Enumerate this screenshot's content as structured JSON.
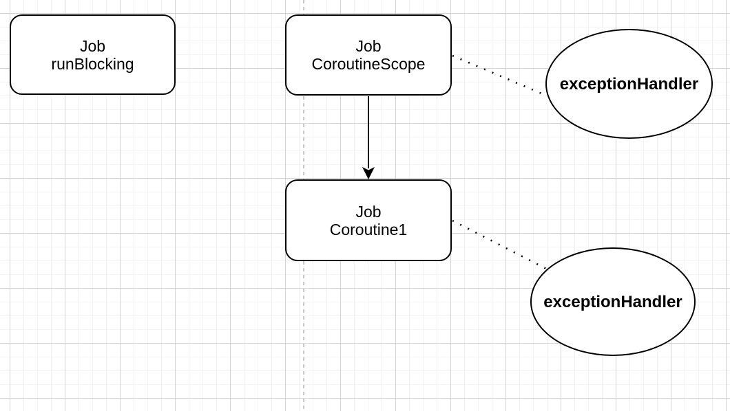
{
  "diagram": {
    "nodes": {
      "run_blocking": {
        "shape": "rounded-rectangle",
        "line1": "Job",
        "line2": "runBlocking"
      },
      "coroutine_scope": {
        "shape": "rounded-rectangle",
        "line1": "Job",
        "line2": "CoroutineScope"
      },
      "coroutine1": {
        "shape": "rounded-rectangle",
        "line1": "Job",
        "line2": "Coroutine1"
      },
      "exception_handler_top": {
        "shape": "ellipse",
        "label": "exceptionHandler"
      },
      "exception_handler_bottom": {
        "shape": "ellipse",
        "label": "exceptionHandler"
      }
    },
    "edges": [
      {
        "from": "coroutine_scope",
        "to": "coroutine1",
        "style": "solid",
        "arrowhead": true
      },
      {
        "from": "coroutine_scope",
        "to": "exception_handler_top",
        "style": "dotted",
        "arrowhead": false
      },
      {
        "from": "coroutine1",
        "to": "exception_handler_bottom",
        "style": "dotted",
        "arrowhead": false
      }
    ],
    "colors": {
      "background": "#ffffff",
      "shape_fill": "#ffffff",
      "shape_stroke": "#000000",
      "text": "#000000",
      "grid_minor": "#f3f3f3",
      "grid_major": "#d4d4d4",
      "page_guide": "#b0b0b0"
    }
  }
}
